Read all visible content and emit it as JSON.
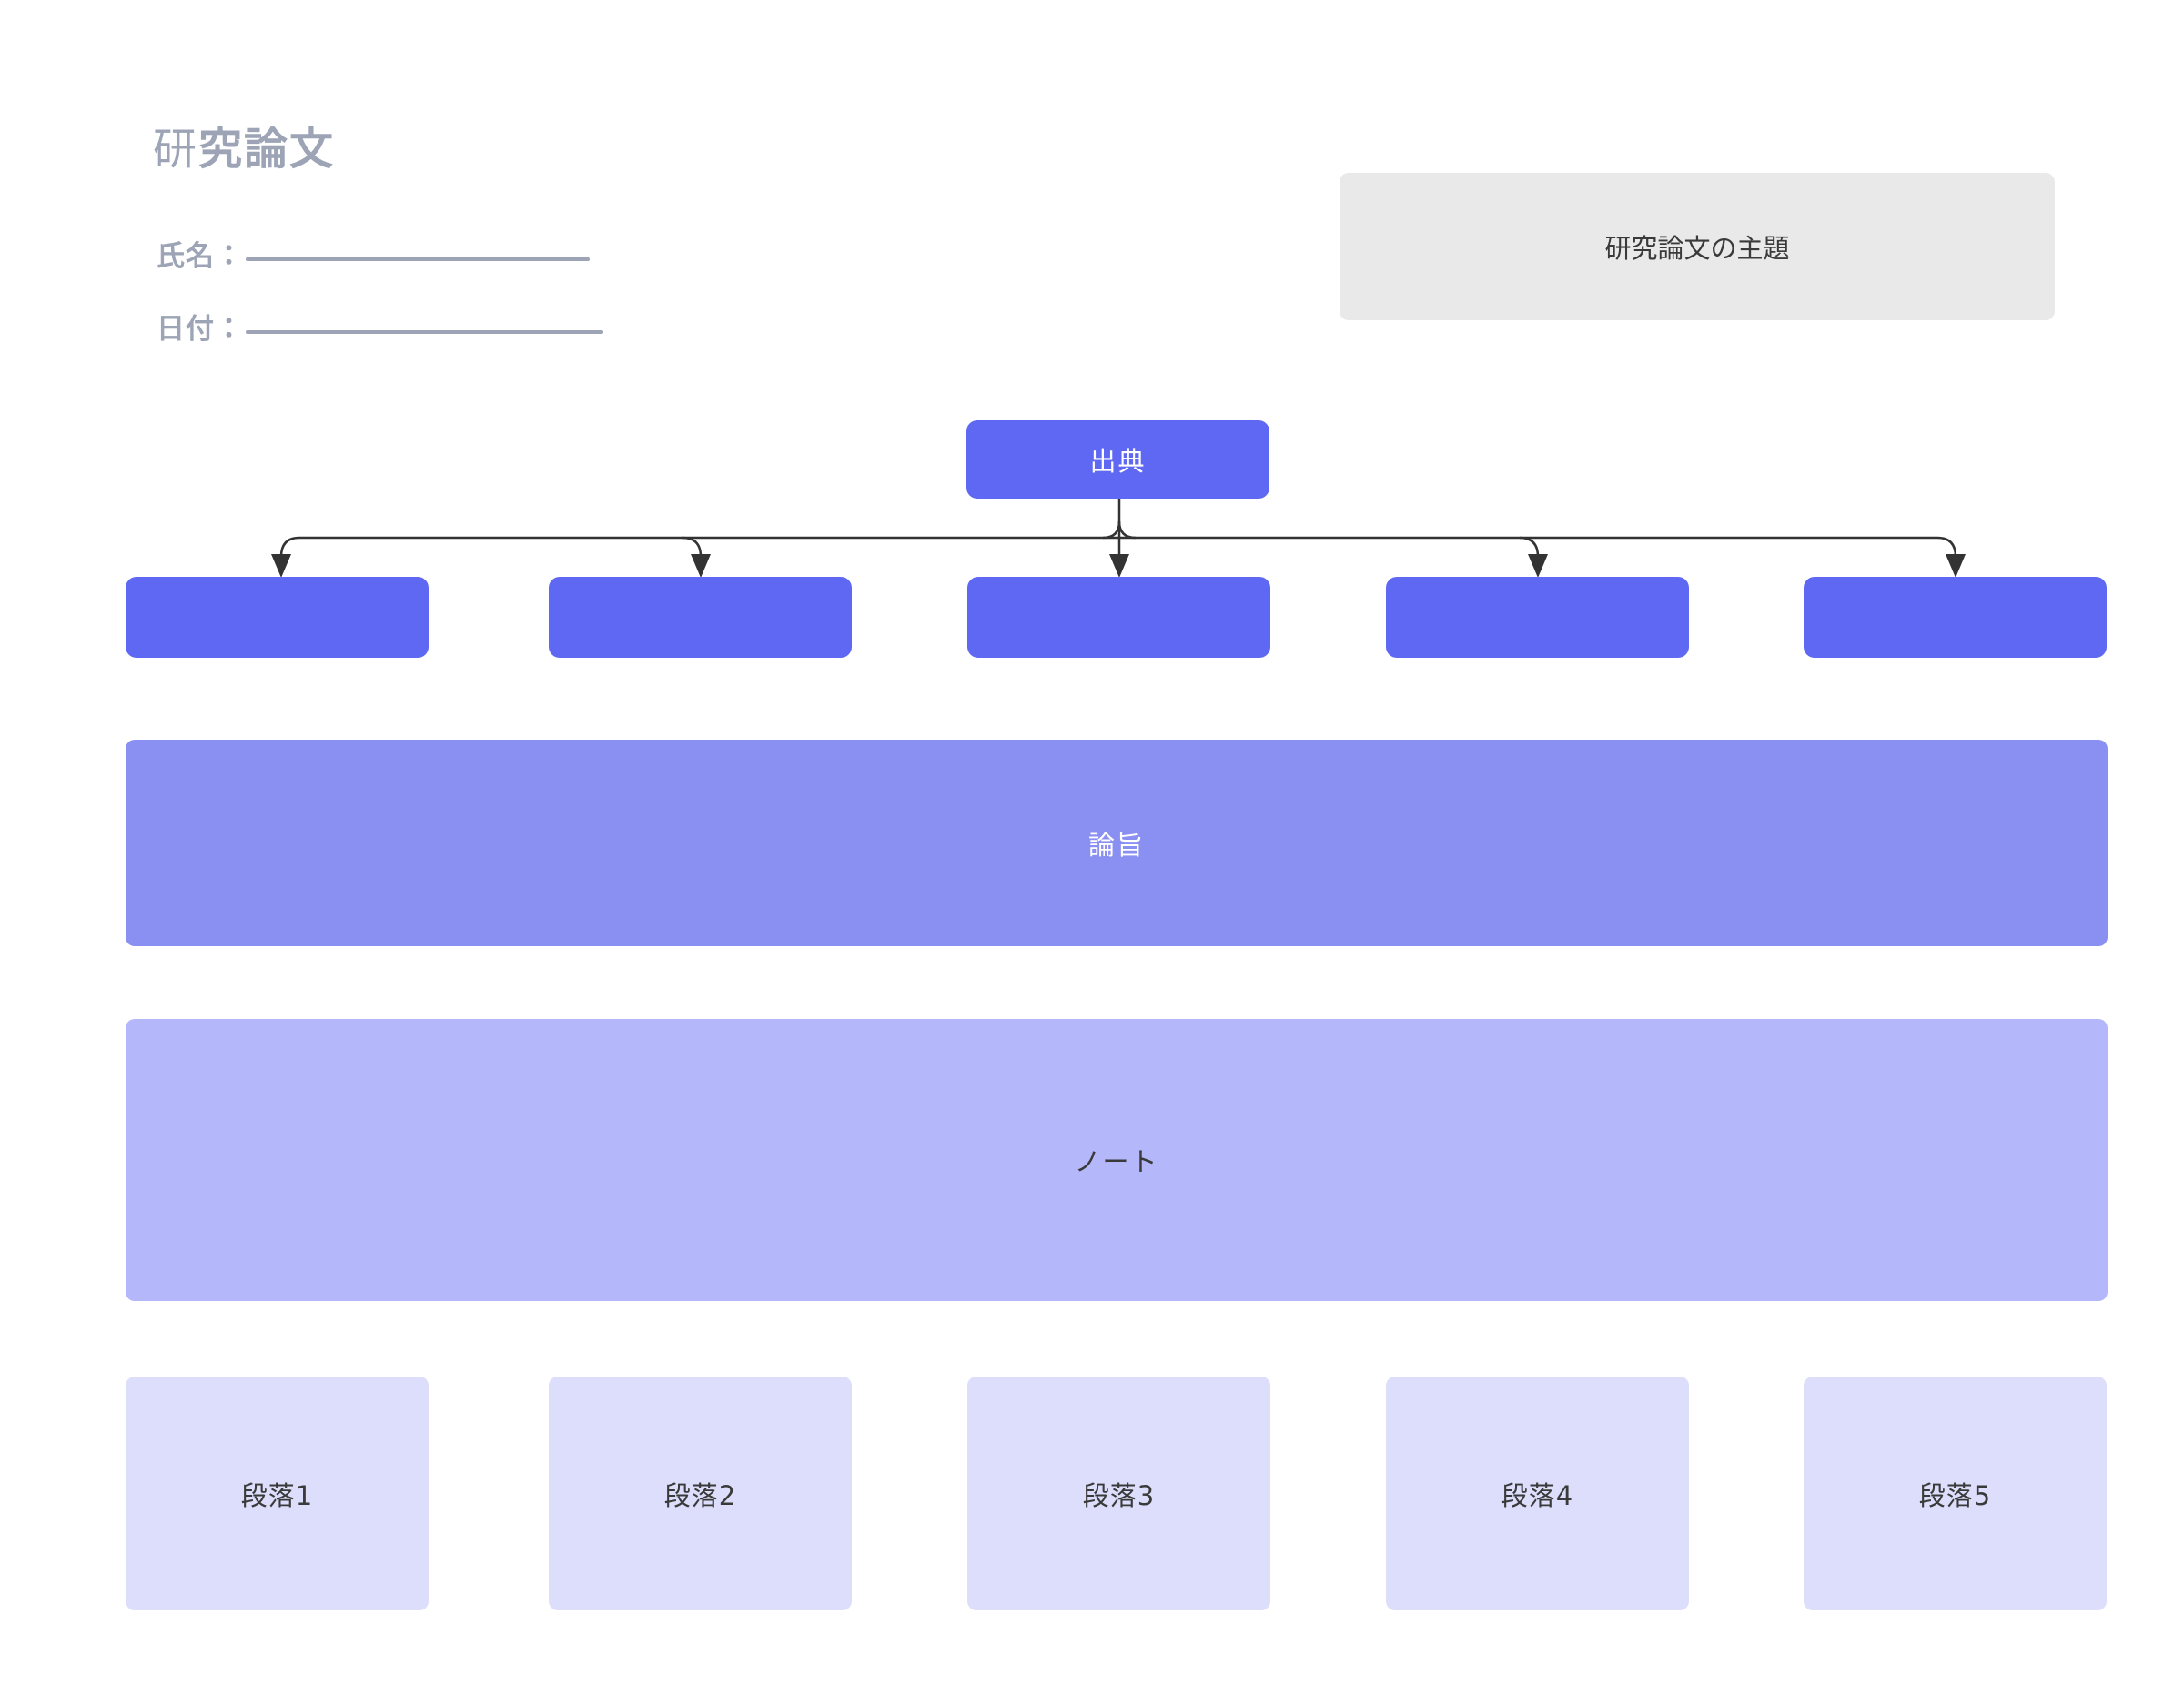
{
  "header": {
    "title_light": "研",
    "title_bold": "究論文",
    "name_label": "氏名：",
    "date_label": "日付："
  },
  "topic_box": {
    "label": "研究論文の主題",
    "bg": "#e9e9e9"
  },
  "flowchart": {
    "root_label": "出典",
    "root_bg": "#5f68f2",
    "connector_color": "#333333",
    "source_slots": [
      "",
      "",
      "",
      "",
      ""
    ]
  },
  "thesis_box": {
    "label": "論旨",
    "bg": "#8a8ff2"
  },
  "notes_box": {
    "label": "ノート",
    "bg": "#b4b8fa"
  },
  "paragraphs": {
    "bg": "#dcdefb",
    "items": [
      {
        "label": "段落1"
      },
      {
        "label": "段落2"
      },
      {
        "label": "段落3"
      },
      {
        "label": "段落4"
      },
      {
        "label": "段落5"
      }
    ]
  },
  "colors": {
    "header_gray": "#9ca4b5",
    "dark_text": "#3a3a3a",
    "accent_blue": "#5f68f2",
    "thesis_blue": "#8a8ff2",
    "notes_blue": "#b4b8fa",
    "paragraph_lavender": "#dcdefb",
    "topic_gray": "#e9e9e9"
  }
}
